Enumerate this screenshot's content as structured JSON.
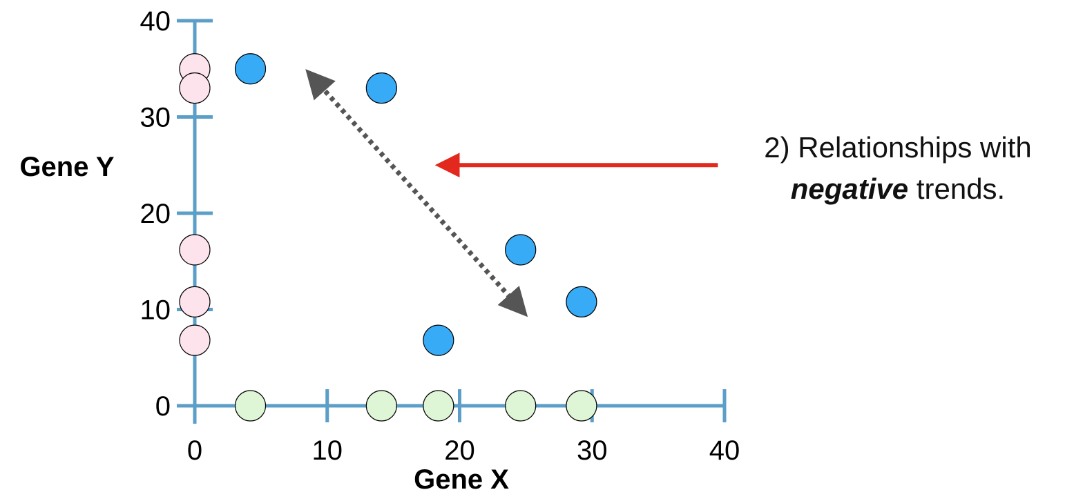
{
  "chart_data": {
    "type": "scatter",
    "xlabel": "Gene X",
    "ylabel": "Gene Y",
    "xlim": [
      0,
      40
    ],
    "ylim": [
      0,
      40
    ],
    "x_ticks": [
      0,
      10,
      20,
      30,
      40
    ],
    "y_ticks": [
      0,
      10,
      20,
      30,
      40
    ],
    "grid": false,
    "series": [
      {
        "role": "x-y points",
        "color": "#38abf7",
        "points": [
          {
            "x": 4.2,
            "y": 35
          },
          {
            "x": 14.1,
            "y": 33
          },
          {
            "x": 24.6,
            "y": 16.2
          },
          {
            "x": 18.4,
            "y": 6.8
          },
          {
            "x": 29.2,
            "y": 10.8
          }
        ]
      },
      {
        "role": "y-only projections",
        "color": "#fde3ec",
        "points": [
          {
            "x": 0,
            "y": 35
          },
          {
            "x": 0,
            "y": 33
          },
          {
            "x": 0,
            "y": 16.2
          },
          {
            "x": 0,
            "y": 10.8
          },
          {
            "x": 0,
            "y": 6.8
          }
        ]
      },
      {
        "role": "x-only projections",
        "color": "#def5d6",
        "points": [
          {
            "x": 4.2,
            "y": 0
          },
          {
            "x": 14.1,
            "y": 0
          },
          {
            "x": 18.4,
            "y": 0
          },
          {
            "x": 24.6,
            "y": 0
          },
          {
            "x": 29.2,
            "y": 0
          }
        ]
      }
    ],
    "trend_arrow": {
      "style": "dotted double-headed",
      "color": "#555555",
      "from": {
        "x": 8.6,
        "y": 34.6
      },
      "to": {
        "x": 24.9,
        "y": 9.6
      }
    },
    "pointer_arrow": {
      "color": "#e3281d",
      "from": {
        "x": 39.5,
        "y": 25
      },
      "to": {
        "x": 17.3,
        "y": 25
      }
    },
    "annotation": {
      "line1": "2) Relationships with",
      "emphasis": "negative",
      "line2_rest": " trends."
    },
    "axis_color": "#5b9ec8"
  }
}
